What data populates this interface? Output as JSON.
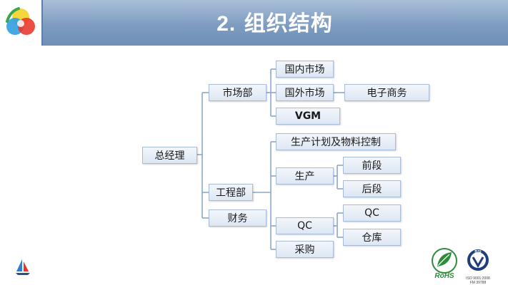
{
  "header": {
    "number": "2.",
    "title": "组织结构"
  },
  "org": {
    "root": "总经理",
    "market_dept": "市场部",
    "domestic_market": "国内市场",
    "foreign_market": "国外市场",
    "ecommerce": "电子商务",
    "vgm": "VGM",
    "engineering_dept": "工程部",
    "planning": "生产计划及物料控制",
    "production": "生产",
    "front_section": "前段",
    "back_section": "后段",
    "qc": "QC",
    "qc_sub": "QC",
    "warehouse": "仓库",
    "purchasing": "采购",
    "finance": "财务"
  },
  "colors": {
    "header_blue": "#7e9cc0",
    "node_fill": "#dde7f3",
    "node_border": "#a8bcd6",
    "connector": "#8aa6cc",
    "rohs_green": "#2e8b3a",
    "bsi_navy": "#1e3f7a"
  },
  "icons": {
    "logo": "color-circles-logo",
    "corner": "sailboat-icon",
    "rohs": "rohs-leaf-logo",
    "bsi": "bsi-certification-logo"
  },
  "certifications": {
    "bsi_label": "BSI",
    "iso_line": "ISO 9001:2008",
    "fm_line": "FM 39788"
  }
}
